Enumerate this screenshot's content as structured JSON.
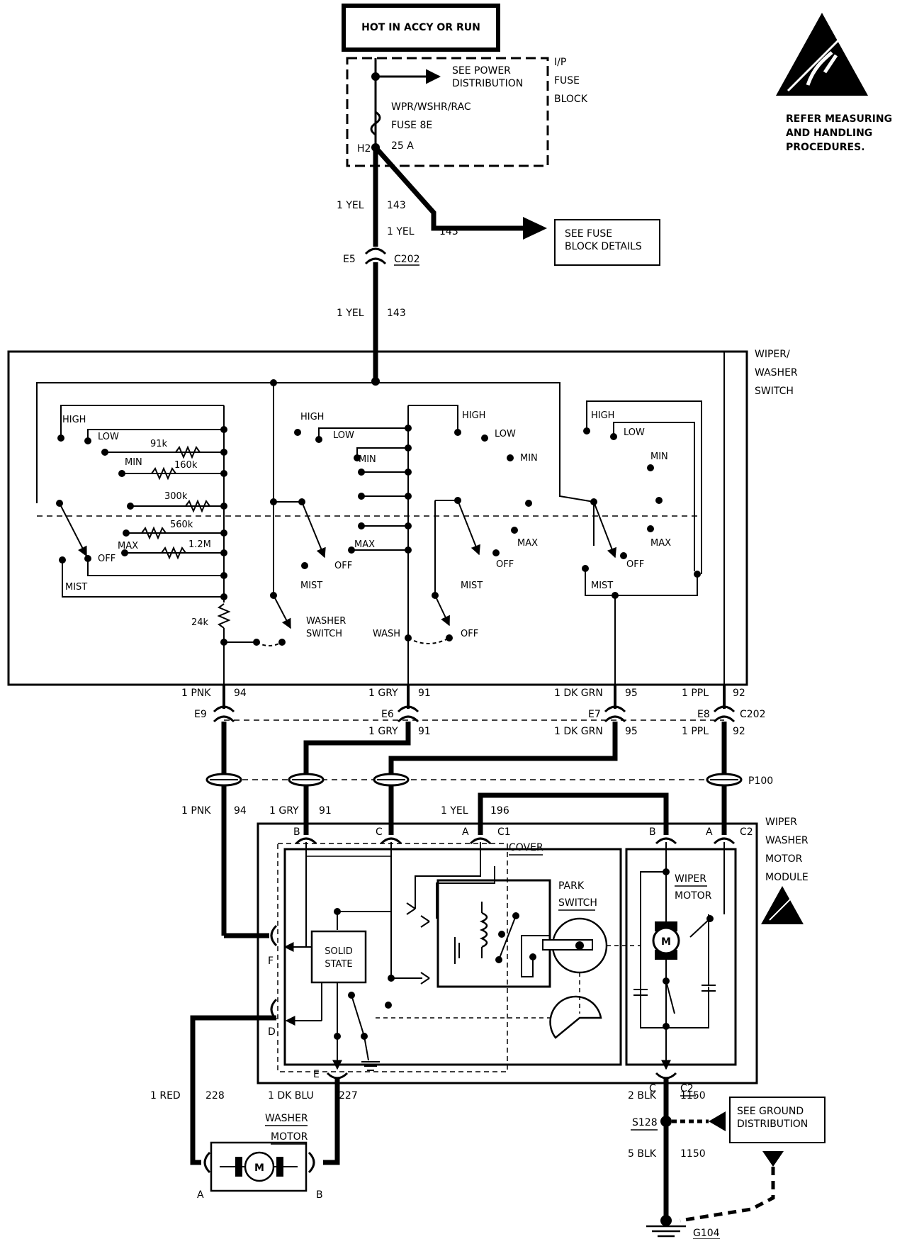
{
  "header": {
    "hot_label": "HOT IN ACCY OR RUN",
    "esd_note": [
      "REFER MEASURING",
      "AND HANDLING",
      "PROCEDURES."
    ]
  },
  "fuse_block": {
    "name": [
      "I/P",
      "FUSE",
      "BLOCK"
    ],
    "see_power": [
      "SEE POWER",
      "DISTRIBUTION"
    ],
    "fuse_name": [
      "WPR/WSHR/RAC",
      "FUSE 8E"
    ],
    "rating": "25 A",
    "terminal": "H2"
  },
  "feed": {
    "w1_color": "1 YEL",
    "w1_circuit": "143",
    "w2_color": "1 YEL",
    "w2_circuit": "143",
    "see_fuse": [
      "SEE FUSE",
      "BLOCK DETAILS"
    ],
    "conn_pin": "E5",
    "conn_name": "C202",
    "w3_color": "1 YEL",
    "w3_circuit": "143"
  },
  "switch": {
    "name": [
      "WIPER/",
      "WASHER",
      "SWITCH"
    ],
    "s1": {
      "high": "HIGH",
      "low": "LOW",
      "min": "MIN",
      "max": "MAX",
      "off": "OFF",
      "mist": "MIST"
    },
    "resistors": {
      "r91": "91k",
      "r160": "160k",
      "r300": "300k",
      "r560": "560k",
      "r12": "1.2M",
      "r24": "24k"
    },
    "s2": {
      "high": "HIGH",
      "low": "LOW",
      "min": "MIN",
      "max": "MAX",
      "off": "OFF",
      "mist": "MIST"
    },
    "washer_switch": [
      "WASHER",
      "SWITCH"
    ],
    "s3": {
      "high": "HIGH",
      "low": "LOW",
      "min": "MIN",
      "max": "MAX",
      "off": "OFF",
      "mist": "MIST"
    },
    "wash": "WASH",
    "wash_off": "OFF",
    "s4": {
      "high": "HIGH",
      "low": "LOW",
      "min": "MIN",
      "max": "MAX",
      "off": "OFF",
      "mist": "MIST"
    }
  },
  "c202": {
    "name": "C202",
    "pins": [
      "E9",
      "E6",
      "E7",
      "E8"
    ],
    "top_wires": [
      {
        "color": "1 PNK",
        "circuit": "94"
      },
      {
        "color": "1 GRY",
        "circuit": "91"
      },
      {
        "color": "1 DK GRN",
        "circuit": "95"
      },
      {
        "color": "1 PPL",
        "circuit": "92"
      }
    ],
    "bottom_wires": [
      {
        "color": "1 GRY",
        "circuit": "91"
      },
      {
        "color": "1 DK GRN",
        "circuit": "95"
      },
      {
        "color": "1 PPL",
        "circuit": "92"
      }
    ]
  },
  "p100": {
    "name": "P100",
    "w_pnk": "1 PNK",
    "c_pnk": "94",
    "w_gry": "1 GRY",
    "c_gry": "91",
    "w_yel": "1 YEL",
    "c_yel": "196"
  },
  "module": {
    "name": [
      "WIPER",
      "WASHER",
      "MOTOR",
      "MODULE"
    ],
    "c1": "C1",
    "c2": "C2",
    "c2b": "C2",
    "pin_b": "B",
    "pin_c": "C",
    "pin_a": "A",
    "pin_b2": "B",
    "pin_a2": "A",
    "pin_f": "F",
    "pin_d": "D",
    "pin_e": "E",
    "pin_c2": "C",
    "cover": "COVER",
    "park_switch": [
      "PARK",
      "SWITCH"
    ],
    "solid_state": [
      "SOLID",
      "STATE"
    ],
    "wiper_motor": [
      "WIPER",
      "MOTOR"
    ],
    "motor_symbol": "M"
  },
  "washer": {
    "name": [
      "WASHER",
      "MOTOR"
    ],
    "red_color": "1 RED",
    "red_circuit": "228",
    "blu_color": "1 DK BLU",
    "blu_circuit": "227",
    "pin_a": "A",
    "pin_b": "B",
    "motor_symbol": "M"
  },
  "ground": {
    "w1_color": "2 BLK",
    "w1_circuit": "1150",
    "splice": "S128",
    "see_ground": [
      "SEE GROUND",
      "DISTRIBUTION"
    ],
    "w2_color": "5 BLK",
    "w2_circuit": "1150",
    "g": "G104"
  }
}
